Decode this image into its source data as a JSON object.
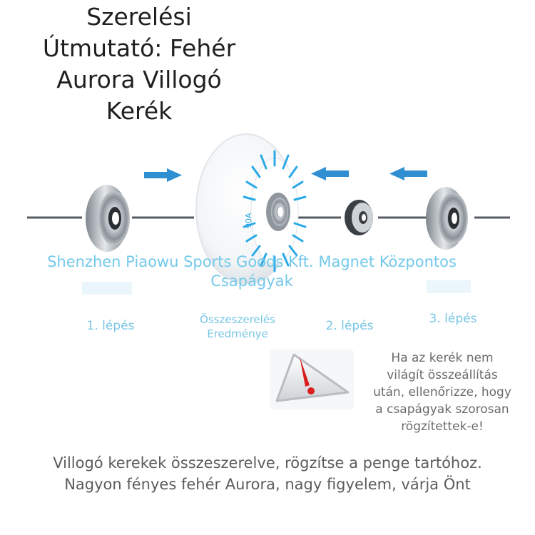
{
  "title": "Szerelési Útmutató: Fehér Aurora Villogó Kerék",
  "watermark": "Shenzhen Piaowu Sports Goods Kft. Magnet Központos Csapágyak",
  "steps": {
    "step1": "1. lépés",
    "result": "Összeszerelés Eredménye",
    "step2": "2. lépés",
    "step3": "3. lépés"
  },
  "wheel_print": "90A",
  "warning": {
    "icon": "warning-triangle-icon",
    "text": "Ha az kerék nem világít összeállítás után, ellenőrizze, hogy a csapágyak szorosan rögzítettek-e!"
  },
  "footer": {
    "line1": "Villogó kerekek összeszerelve, rögzítse a penge tartóhoz.",
    "line2": "Nagyon fényes fehér Aurora, nagy figyelem, várja Önt"
  },
  "colors": {
    "arrow": "#2f8fd0",
    "accent_text": "#79c6e4",
    "wheel_pattern": "#2aa9e6",
    "warning_red": "#d81e1e"
  }
}
